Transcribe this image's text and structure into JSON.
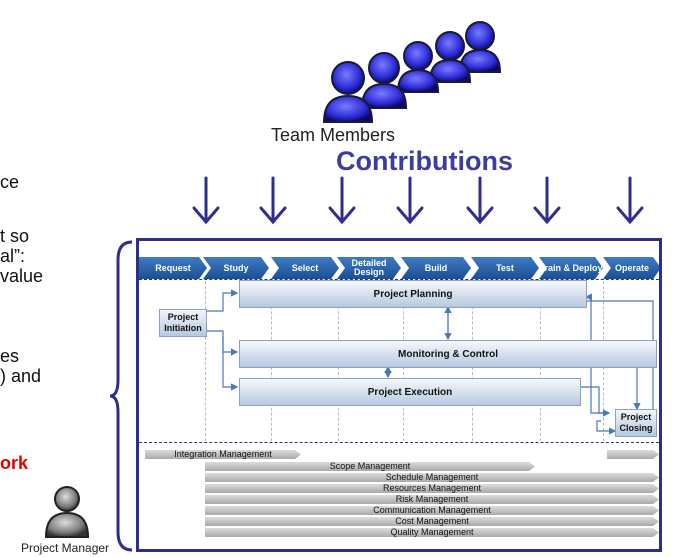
{
  "left_text": {
    "l1": "ce",
    "l2": "t so",
    "l3": "al”:",
    "l4": "value",
    "l5": "es",
    "l6": ") and",
    "l7": "ork"
  },
  "team_label": "Team Members",
  "contributions_label": "Contributions",
  "project_manager_label": "Project Manager",
  "phases": [
    "Request",
    "Study",
    "Select",
    "Detailed Design",
    "Build",
    "Test",
    "Train & Deploy",
    "Operate"
  ],
  "process": {
    "initiation": "Project Initiation",
    "planning": "Project Planning",
    "monitoring": "Monitoring & Control",
    "execution": "Project Execution",
    "closing": "Project Closing"
  },
  "knowledge_areas": [
    "Integration Management",
    "Scope Management",
    "Schedule Management",
    "Resources Management",
    "Risk Management",
    "Communication Management",
    "Cost Management",
    "Quality Management"
  ],
  "colors": {
    "accent_blue": "#2e2e8c",
    "phase_blue": "#1a4f93",
    "highlight_red": "#e00000",
    "team_blue": "#2b2bd6"
  },
  "icons": [
    "team-members-icon",
    "project-manager-icon",
    "down-arrow-icon"
  ]
}
